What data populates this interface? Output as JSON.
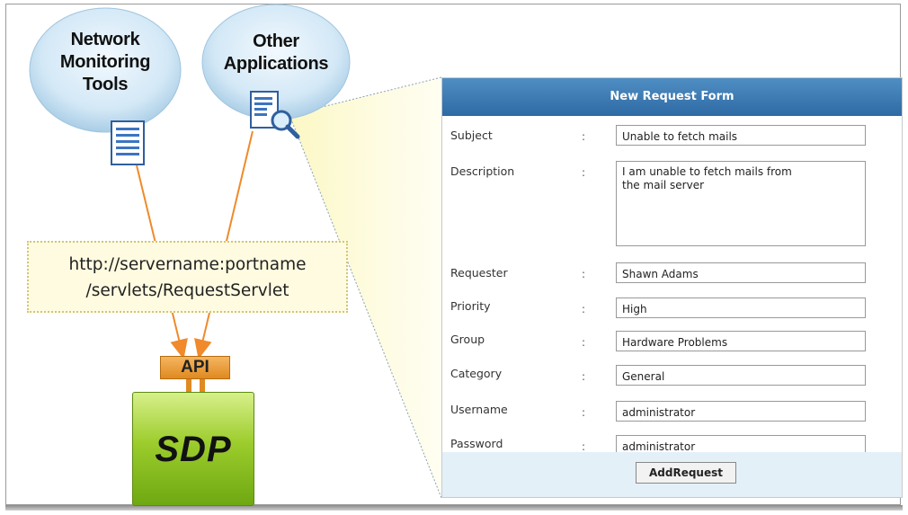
{
  "bubbles": {
    "network": "Network\nMonitoring\nTools",
    "other": "Other\nApplications"
  },
  "url": {
    "line1": "http://servername:portname",
    "line2": "/servlets/RequestServlet"
  },
  "api_label": "API",
  "sdp_label": "SDP",
  "form": {
    "title": "New Request Form",
    "fields": [
      {
        "label": "Subject",
        "value": "Unable to fetch mails"
      },
      {
        "label": "Description",
        "value": "I am unable to fetch mails from\nthe mail server"
      },
      {
        "label": "Requester",
        "value": "Shawn Adams"
      },
      {
        "label": "Priority",
        "value": "High"
      },
      {
        "label": "Group",
        "value": "Hardware Problems"
      },
      {
        "label": "Category",
        "value": "General"
      },
      {
        "label": "Username",
        "value": "administrator"
      },
      {
        "label": "Password",
        "value": "administrator"
      }
    ],
    "colon": ":",
    "button": "AddRequest"
  },
  "colors": {
    "bubble": "#cfe7f7",
    "arrow": "#f08a2a",
    "header": "#3b78b0",
    "sdp": "#8cc13a",
    "api": "#eba046"
  },
  "icons": [
    "document-icon",
    "magnifier-document-icon"
  ]
}
